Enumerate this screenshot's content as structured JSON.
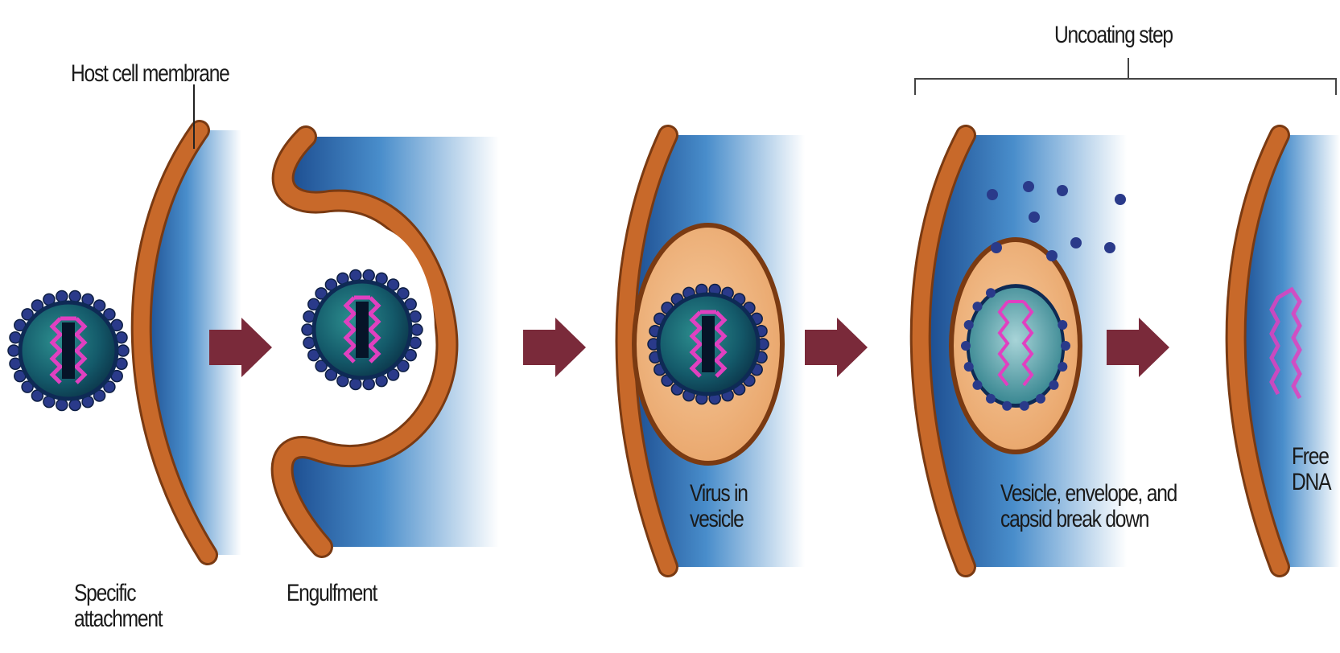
{
  "labels": {
    "host_cell_membrane": "Host cell membrane",
    "uncoating_step": "Uncoating step",
    "specific_attachment_line1": "Specific",
    "specific_attachment_line2": "attachment",
    "engulfment": "Engulfment",
    "virus_in_vesicle_line1": "Virus in",
    "virus_in_vesicle_line2": "vesicle",
    "breakdown_line1": "Vesicle, envelope, and",
    "breakdown_line2": "capsid break down",
    "free_dna_line1": "Free",
    "free_dna_line2": "DNA"
  },
  "colors": {
    "membrane": "#c8692a",
    "membrane_dark": "#7a3a12",
    "cytoplasm": "#1f5fa8",
    "arrow": "#7a2a3a",
    "capsid": "#1e6f7a",
    "spikes": "#2a3a8a",
    "dna": "#e040c0"
  }
}
